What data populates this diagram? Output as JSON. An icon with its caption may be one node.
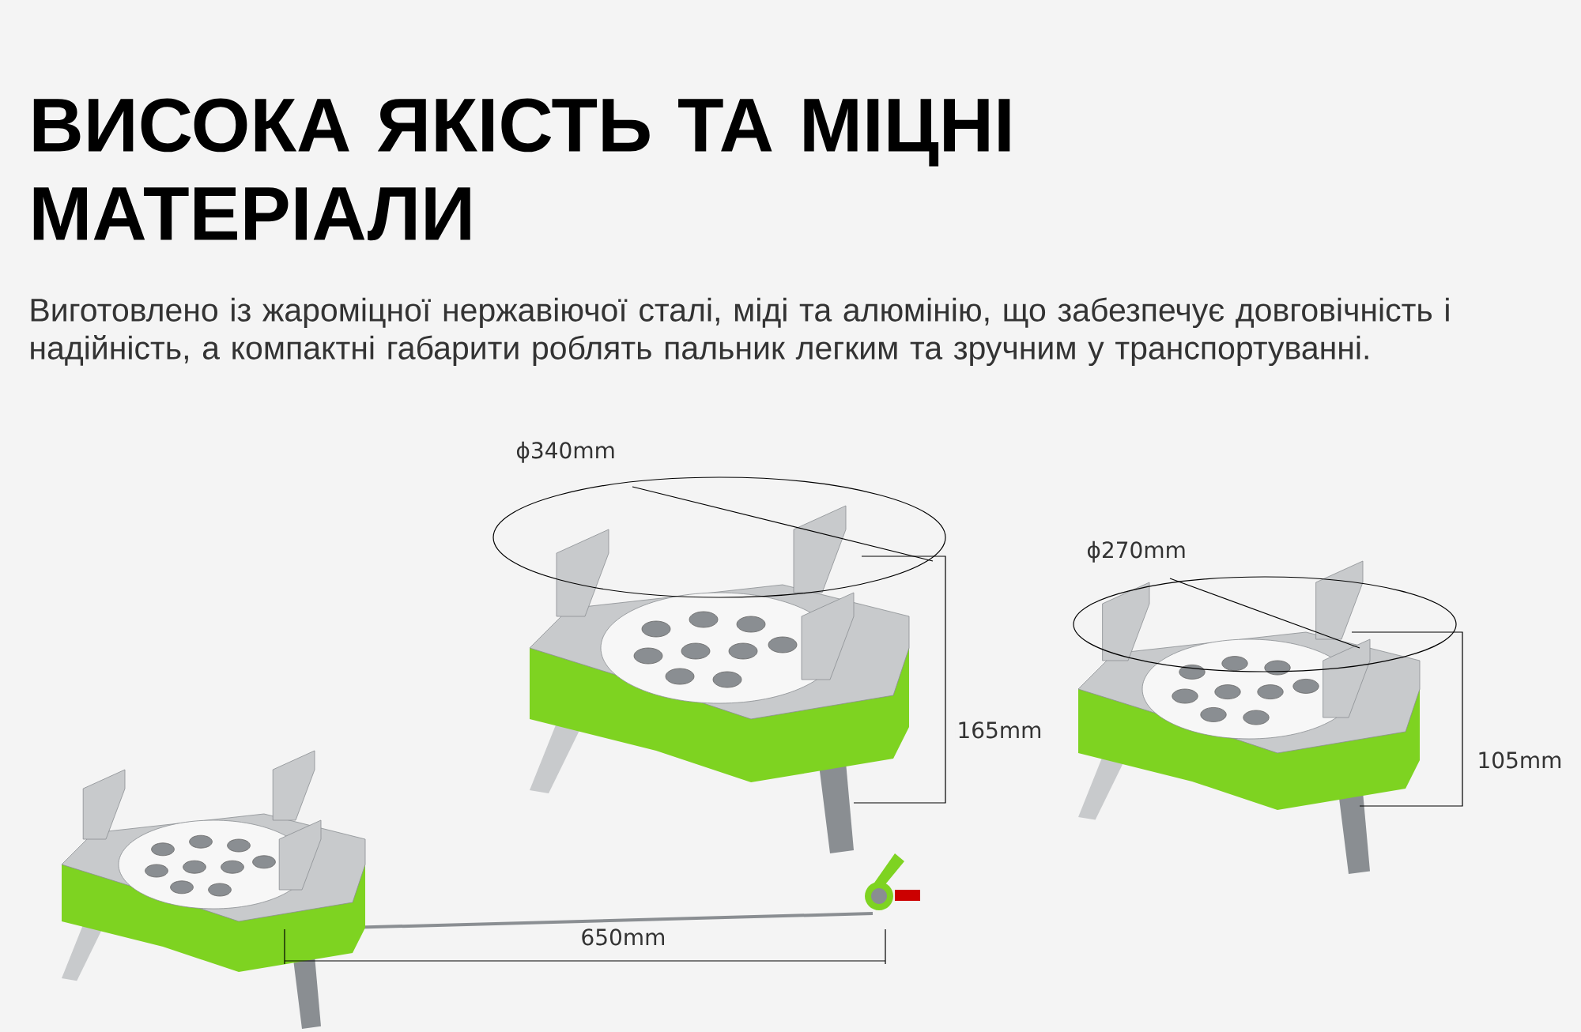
{
  "diagram": {
    "title": "ВИСОКА ЯКІСТЬ ТА МІЦНІ МАТЕРІАЛИ",
    "labels": [
      "Виготовлено із жароміцної нержавіючої сталі, міді та алюмінію, що забезпечує довговічність і надійність, а компактні габарити роблять пальник легким та зручним у транспортуванні.",
      "ϕ340mm",
      "ϕ270mm",
      "165mm",
      "105mm",
      "650mm"
    ]
  }
}
